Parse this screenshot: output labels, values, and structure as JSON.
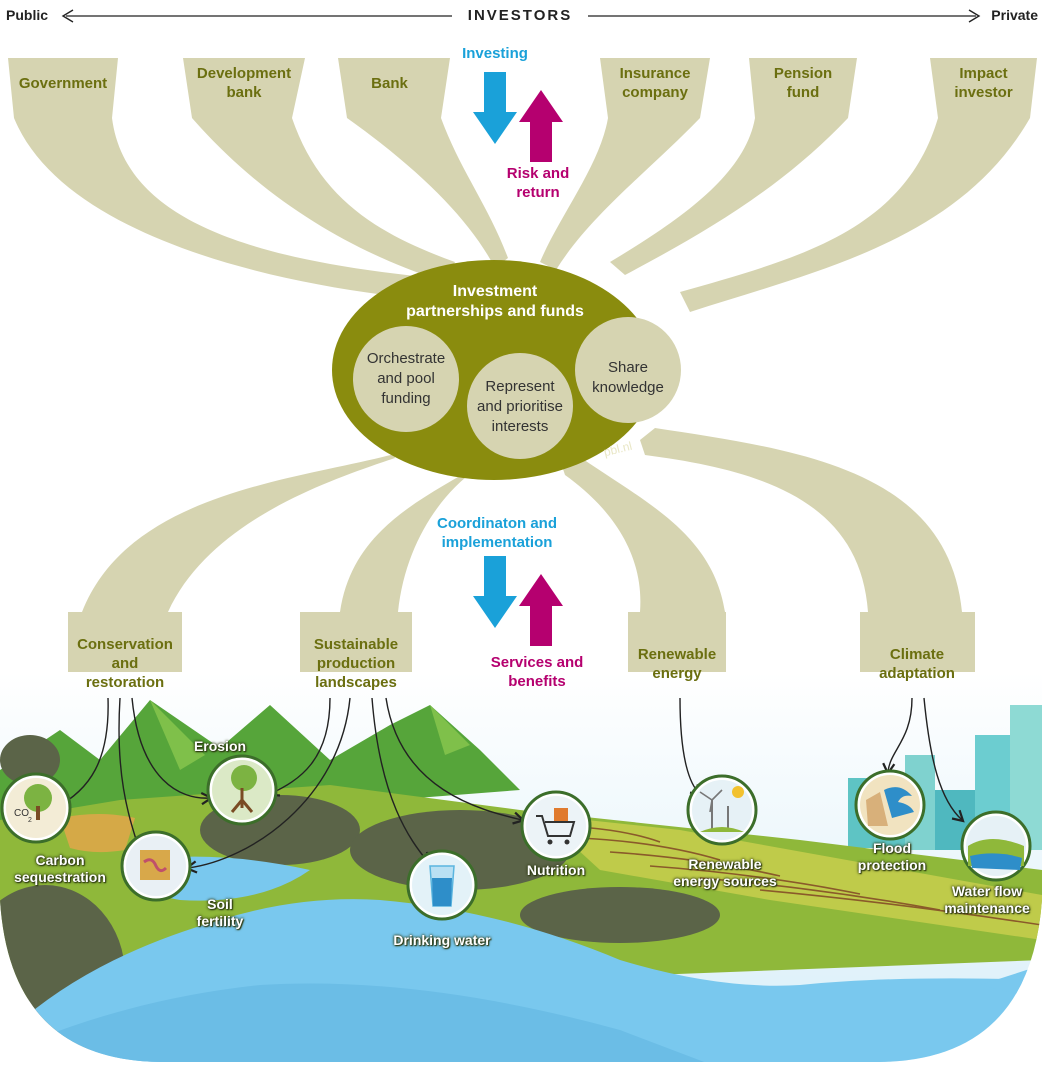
{
  "header": {
    "left": "Public",
    "center": "INVESTORS",
    "right": "Private"
  },
  "investors": [
    {
      "name": "Government"
    },
    {
      "name": "Development\nbank"
    },
    {
      "name": "Bank"
    },
    {
      "name": "Insurance\ncompany"
    },
    {
      "name": "Pension\nfund"
    },
    {
      "name": "Impact\ninvestor"
    }
  ],
  "flow_top": {
    "down_label": "Investing",
    "up_label": "Risk and\nreturn"
  },
  "hub": {
    "title": "Investment\npartnerships and funds",
    "roles": [
      {
        "label": "Orchestrate\nand pool\nfunding"
      },
      {
        "label": "Represent\nand prioritise\ninterests"
      },
      {
        "label": "Share\nknowledge"
      }
    ],
    "credit": "pbl.nl"
  },
  "flow_bottom": {
    "down_label": "Coordinaton and\nimplementation",
    "up_label": "Services and\nbenefits"
  },
  "sectors": [
    {
      "name": "Conservation\nand\nrestoration"
    },
    {
      "name": "Sustainable\nproduction\nlandscapes"
    },
    {
      "name": "Renewable\nenergy"
    },
    {
      "name": "Climate\nadaptation"
    }
  ],
  "services": [
    {
      "name": "Carbon\nsequestration",
      "icon": "tree-co2-icon"
    },
    {
      "name": "Erosion",
      "icon": "tree-roots-icon"
    },
    {
      "name": "Soil\nfertility",
      "icon": "soil-worm-icon"
    },
    {
      "name": "Drinking water",
      "icon": "water-glass-icon"
    },
    {
      "name": "Nutrition",
      "icon": "shopping-cart-icon"
    },
    {
      "name": "Renewable\nenergy sources",
      "icon": "wind-turbine-icon"
    },
    {
      "name": "Flood\nprotection",
      "icon": "wave-icon"
    },
    {
      "name": "Water flow\nmaintenance",
      "icon": "river-icon"
    }
  ],
  "colors": {
    "funnel": "#d6d4b1",
    "hub": "#8a8c0e",
    "hub_circle": "#d6d4b1",
    "olive_text": "#6b6f10",
    "investing_arrow": "#1aa1d9",
    "return_arrow": "#b5006f",
    "river": "#79c8ee",
    "field": "#8fb83a",
    "mountain": "#56a53a",
    "forest": "#5b6448"
  }
}
